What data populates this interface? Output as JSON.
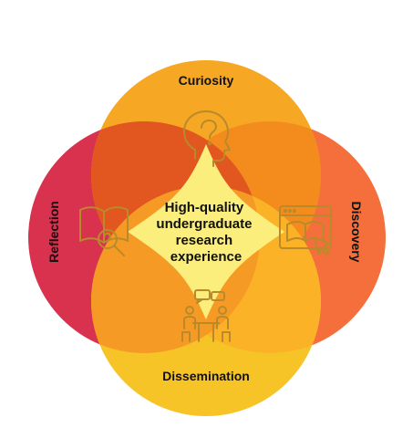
{
  "diagram": {
    "center": {
      "lines": [
        "High-quality",
        "undergraduate",
        "research",
        "experience"
      ]
    },
    "petals": {
      "top": {
        "label": "Curiosity",
        "icon": "head-question-icon"
      },
      "right": {
        "label": "Discovery",
        "icon": "browser-click-icon"
      },
      "bottom": {
        "label": "Dissemination",
        "icon": "presentation-icon"
      },
      "left": {
        "label": "Reflection",
        "icon": "book-magnifier-icon"
      }
    },
    "colors": {
      "top": "#F6A824",
      "right": "#F46F3C",
      "bottom": "#F7C427",
      "left": "#D8324F",
      "overlap_tr": "#F48C1D",
      "overlap_tl": "#E2561F",
      "overlap_br": "#FBB226",
      "overlap_bl": "#F59A24",
      "center": "#FCEE7C",
      "icon_stroke": "#B98A2A"
    }
  }
}
